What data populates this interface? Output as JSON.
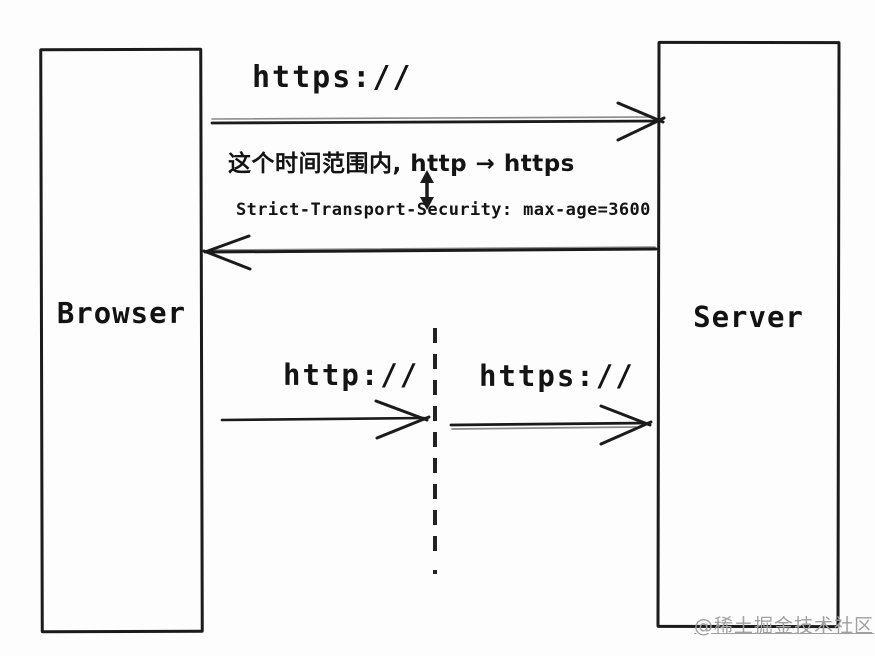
{
  "colors": {
    "ink": "#1b1b1b",
    "ink_soft": "#777777",
    "watermark": "#a0a0a0",
    "background": "#fdfdfd"
  },
  "nodes": {
    "browser": {
      "label": "Browser"
    },
    "server": {
      "label": "Server"
    }
  },
  "flows": {
    "initial_request": {
      "label": "https://",
      "direction": "browser-to-server"
    },
    "hsts_response": {
      "note": "这个时间范围内, http → https",
      "header": "Strict-Transport-Security: max-age=3600",
      "direction": "server-to-browser"
    },
    "internal_redirect": {
      "request_label": "http://",
      "upgraded_label": "https://",
      "direction": "browser-to-server"
    }
  },
  "watermark": "@稀土掘金技术社区"
}
